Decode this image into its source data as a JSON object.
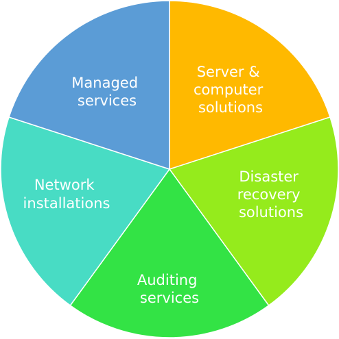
{
  "diagram": {
    "segments": [
      {
        "id": "server",
        "lines": [
          "Server &",
          "computer",
          "solutions"
        ],
        "color": "#FFB900"
      },
      {
        "id": "disaster",
        "lines": [
          "Disaster",
          "recovery",
          "solutions"
        ],
        "color": "#95EB1C"
      },
      {
        "id": "auditing",
        "lines": [
          "Auditing",
          "services"
        ],
        "color": "#33E345"
      },
      {
        "id": "network",
        "lines": [
          "Network",
          "installations"
        ],
        "color": "#48DCC4"
      },
      {
        "id": "managed",
        "lines": [
          "Managed",
          "services"
        ],
        "color": "#5B9CD6"
      }
    ]
  }
}
